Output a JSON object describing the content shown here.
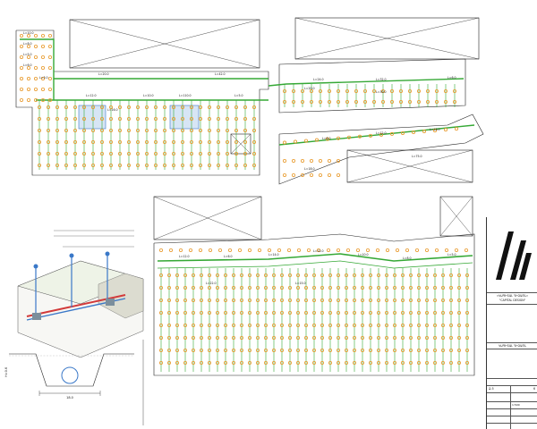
{
  "drawing": {
    "sheet_code": "Ձ-5",
    "scale_label": "1:500",
    "sheet_number": "6",
    "colors": {
      "pipe_green": "#35a835",
      "sprinkler_orange": "#e89a2c",
      "lines_dark": "#222222",
      "label_blue": "#2a5db0",
      "detail_blue": "#3a78c8",
      "pipe_red": "#d23a3a"
    },
    "plan_labels": [
      "L=10.0",
      "L=8.0",
      "L=5.0",
      "L=6.0",
      "L=3.0",
      "L=20.0",
      "L=42.0",
      "L=12.0",
      "L=10.0",
      "L=5.0",
      "L=110.0",
      "L=16.0",
      "L=24.0",
      "L=32.0",
      "L=6.0",
      "L=20.0",
      "L=30.0",
      "L=8.0",
      "L=12.0",
      "L=18.0",
      "L=75.0",
      "L=18.0",
      "L=12.0",
      "L=6.0",
      "L=14.0",
      "L=12.0",
      "L=10.0",
      "L=8.0",
      "L=5.0",
      "L=22.0",
      "L=15.0"
    ],
    "detail_section_scale": "18.0",
    "section_depth": "H=0.6"
  },
  "title_block": {
    "company_line_1": "«ԿԱՊԻՏԱԼ ԴԻԶԱՅՆ»",
    "company_line_2": "\"CAPITAL DESIGN\"",
    "stamp": "ԿԱՊԻՏԱԼ ԴԻԶԱՅՆ"
  }
}
